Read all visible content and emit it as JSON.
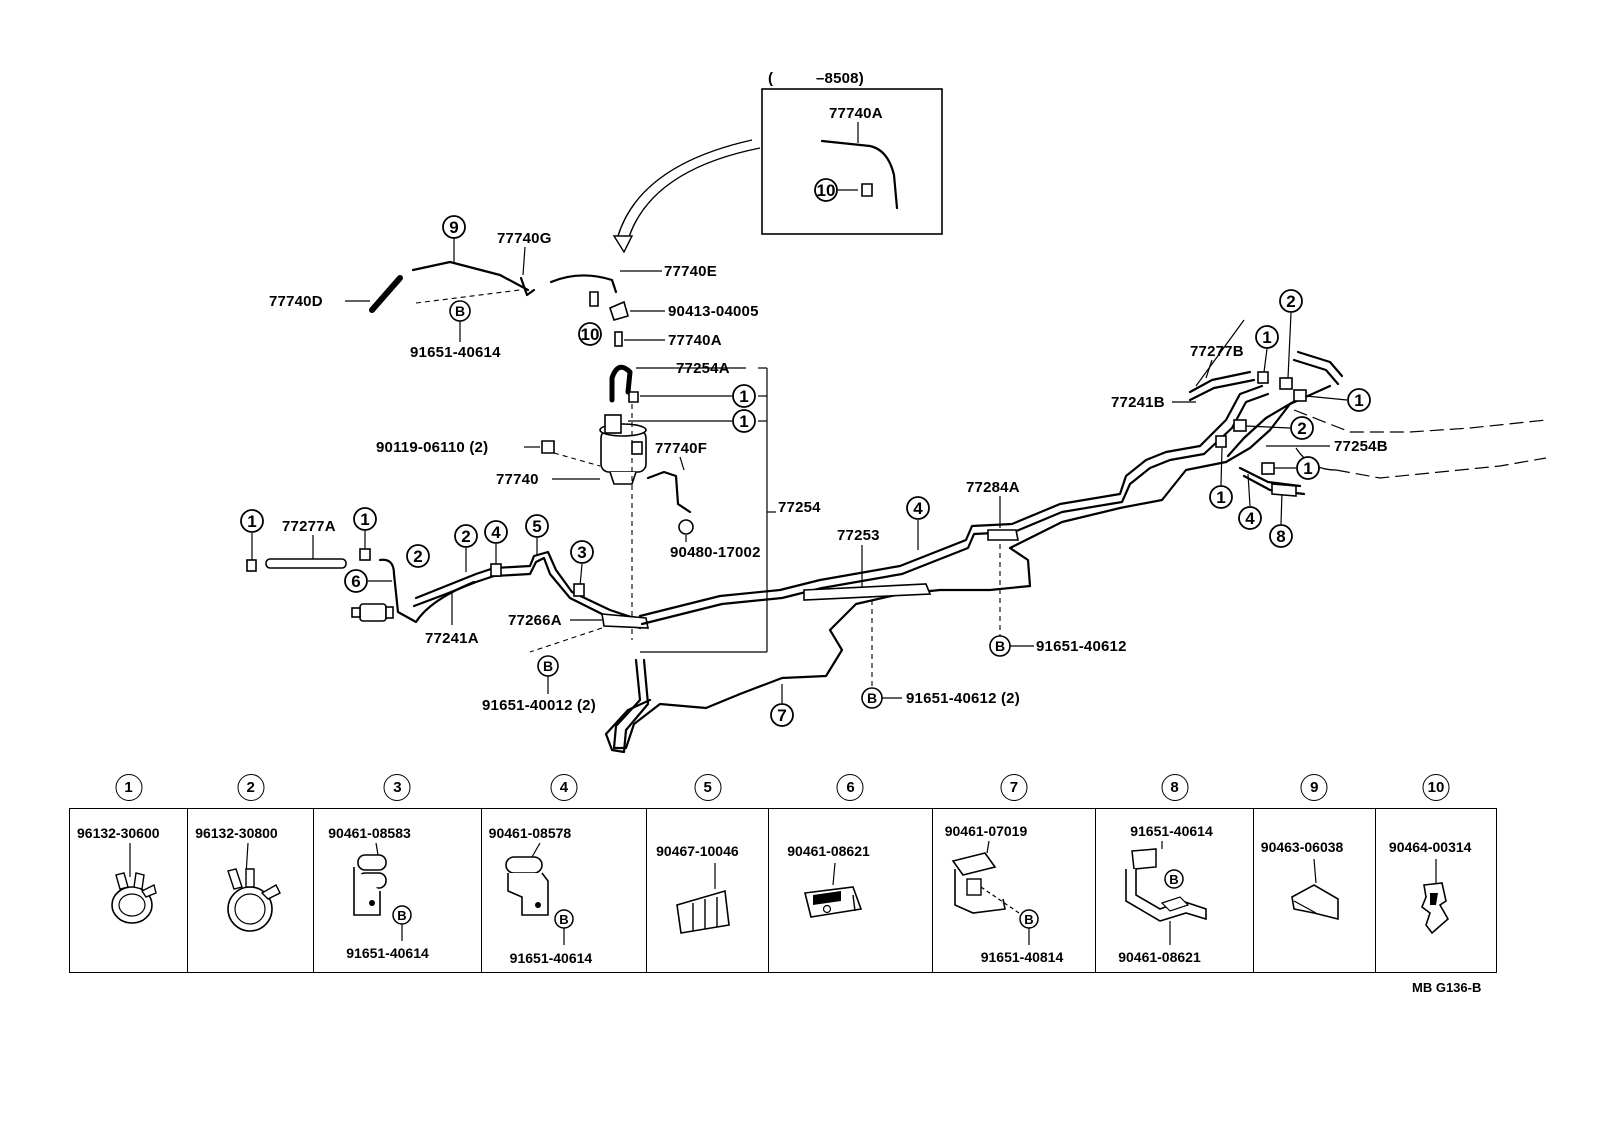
{
  "inset": {
    "bracket_open": "(",
    "range_label": "–8508)",
    "part": "77740A",
    "callout": "10"
  },
  "labels": {
    "p77740G": "77740G",
    "p77740E": "77740E",
    "p77740D": "77740D",
    "p90413": "90413-04005",
    "p77740A": "77740A",
    "p91651_40614": "91651-40614",
    "p77254A": "77254A",
    "p90119": "90119-06110 (2)",
    "p77740F": "77740F",
    "p77740": "77740",
    "p77254": "77254",
    "p90480": "90480-17002",
    "p77277A": "77277A",
    "p77241A": "77241A",
    "p77266A": "77266A",
    "p91651_40012": "91651-40012 (2)",
    "p77253": "77253",
    "p77284A": "77284A",
    "p91651_40612": "91651-40612",
    "p91651_40612_2": "91651-40612 (2)",
    "p77277B": "77277B",
    "p77241B": "77241B",
    "p77254B": "77254B",
    "bolt": "B"
  },
  "callouts": {
    "c1": "1",
    "c2": "2",
    "c3": "3",
    "c4": "4",
    "c5": "5",
    "c6": "6",
    "c7": "7",
    "c8": "8",
    "c9": "9",
    "c10": "10"
  },
  "legend": [
    {
      "num": "1",
      "part": "96132-30600"
    },
    {
      "num": "2",
      "part": "96132-30800"
    },
    {
      "num": "3",
      "part": "90461-08583",
      "sub": "91651-40614"
    },
    {
      "num": "4",
      "part": "90461-08578",
      "sub": "91651-40614"
    },
    {
      "num": "5",
      "part": "90467-10046"
    },
    {
      "num": "6",
      "part": "90461-08621"
    },
    {
      "num": "7",
      "part": "90461-07019",
      "sub": "91651-40814"
    },
    {
      "num": "8",
      "part": "91651-40614",
      "sub": "90461-08621"
    },
    {
      "num": "9",
      "part": "90463-06038"
    },
    {
      "num": "10",
      "part": "90464-00314"
    }
  ],
  "footer_code": "MB G136-B"
}
